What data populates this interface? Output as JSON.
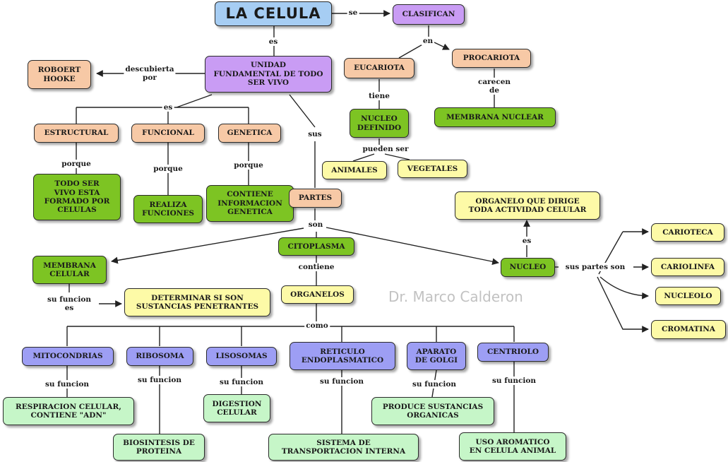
{
  "nodes": {
    "la_celula": "LA CELULA",
    "clasifican": "CLASIFICAN",
    "unidad": "UNIDAD\nFUNDAMENTAL DE TODO\nSER VIVO",
    "roboert_hooke": "ROBOERT\nHOOKE",
    "eucariota": "EUCARIOTA",
    "procariota": "PROCARIOTA",
    "nucleo_definido": "NUCLEO\nDEFINIDO",
    "membrana_nuclear": "MEMBRANA NUCLEAR",
    "animales": "ANIMALES",
    "vegetales": "VEGETALES",
    "estructural": "ESTRUCTURAL",
    "funcional": "FUNCIONAL",
    "genetica": "GENETICA",
    "todo_ser_vivo": "TODO SER\nVIVO ESTA\nFORMADO POR\nCELULAS",
    "realiza_funciones": "REALIZA\nFUNCIONES",
    "contiene_info": "CONTIENE\nINFORMACION\nGENETICA",
    "partes": "PARTES",
    "organelo_dirige": "ORGANELO QUE DIRIGE\nTODA ACTIVIDAD CELULAR",
    "membrana_celular": "MEMBRANA\nCELULAR",
    "citoplasma": "CITOPLASMA",
    "nucleo": "NUCLEO",
    "carioteca": "CARIOTECA",
    "cariolinfa": "CARIOLINFA",
    "nucleolo": "NUCLEOLO",
    "cromatina": "CROMATINA",
    "determinar": "DETERMINAR SI SON\nSUSTANCIAS PENETRANTES",
    "organelos": "ORGANELOS",
    "mitocondrias": "MITOCONDRIAS",
    "ribosoma": "RIBOSOMA",
    "lisosomas": "LISOSOMAS",
    "reticulo": "RETICULO\nENDOPLASMATICO",
    "golgi": "APARATO\nDE GOLGI",
    "centriolo": "CENTRIOLO",
    "respiracion": "RESPIRACION CELULAR,\nCONTIENE \"ADN\"",
    "biosintesis": "BIOSINTESIS DE\nPROTEINA",
    "digestion": "DIGESTION\nCELULAR",
    "sistema": "SISTEMA DE\nTRANSPORTACION INTERNA",
    "produce": "PRODUCE SUSTANCIAS\nORGANICAS",
    "uso": "USO AROMATICO\nEN CELULA ANIMAL"
  },
  "labels": {
    "se": "se",
    "es_top": "es",
    "en": "en",
    "descubierta_por": "descubierta\npor",
    "tiene": "tiene",
    "carecen_de": "carecen\nde",
    "es_mid": "es",
    "sus": "sus",
    "pueden_ser": "pueden ser",
    "porque_1": "porque",
    "porque_2": "porque",
    "porque_3": "porque",
    "son": "son",
    "contiene": "contiene",
    "es_nucleo": "es",
    "sus_partes_son": "sus partes son",
    "su_funcion_es": "su funcion\nes",
    "como": "como",
    "su_funcion_1": "su funcion",
    "su_funcion_2": "su funcion",
    "su_funcion_3": "su funcion",
    "su_funcion_4": "su funcion",
    "su_funcion_5": "su funcion",
    "su_funcion_6": "su funcion"
  },
  "watermark": "Dr. Marco Calderon",
  "colors": {
    "title": "#a6cdf3",
    "purple": "#c99cf4",
    "peach": "#f7c9a6",
    "green": "#7dc423",
    "yellow": "#fdfaa7",
    "lavender": "#9d9ef4",
    "mint": "#c6f6c8",
    "line": "#222222"
  }
}
